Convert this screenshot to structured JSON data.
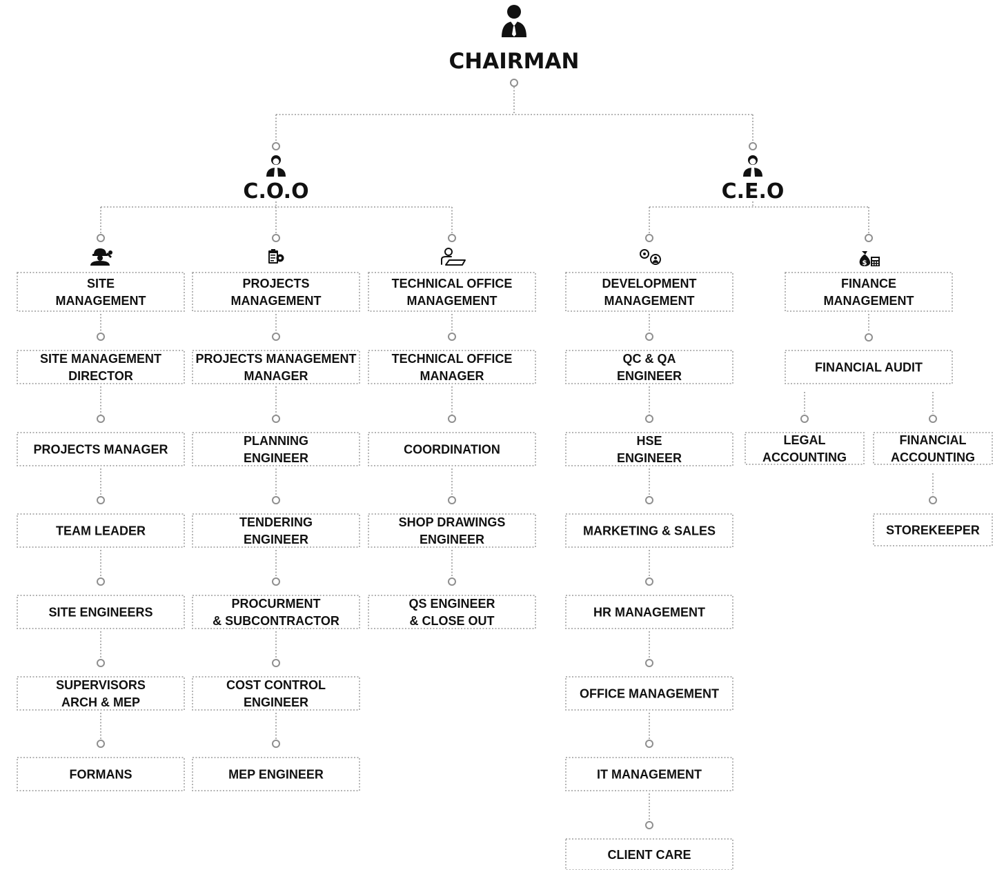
{
  "chairman": {
    "label": "CHAIRMAN",
    "icon": "businessman-icon"
  },
  "coo": {
    "label": "C.O.O",
    "icon": "executive-icon"
  },
  "ceo": {
    "label": "C.E.O",
    "icon": "executive-icon"
  },
  "columns": [
    {
      "key": "site",
      "icon": "worker-wrench-icon",
      "head": [
        "SITE",
        "MANAGEMENT"
      ],
      "items": [
        [
          "SITE MANAGEMENT",
          "DIRECTOR"
        ],
        [
          "PROJECTS MANAGER"
        ],
        [
          "TEAM LEADER"
        ],
        [
          "SITE ENGINEERS"
        ],
        [
          "SUPERVISORS",
          "ARCH & MEP"
        ],
        [
          "FORMANS"
        ]
      ]
    },
    {
      "key": "projects",
      "icon": "clipboard-gear-icon",
      "head": [
        "PROJECTS",
        "MANAGEMENT"
      ],
      "items": [
        [
          "PROJECTS MANAGEMENT",
          "MANAGER"
        ],
        [
          "PLANNING",
          "ENGINEER"
        ],
        [
          "TENDERING",
          "ENGINEER"
        ],
        [
          "PROCURMENT",
          "& SUBCONTRACTOR"
        ],
        [
          "COST CONTROL",
          "ENGINEER"
        ],
        [
          "MEP ENGINEER"
        ]
      ]
    },
    {
      "key": "technical",
      "icon": "drafter-icon",
      "head": [
        "TECHNICAL OFFICE",
        "MANAGEMENT"
      ],
      "items": [
        [
          "TECHNICAL OFFICE",
          "MANAGER"
        ],
        [
          "COORDINATION"
        ],
        [
          "SHOP DRAWINGS",
          "ENGINEER"
        ],
        [
          "QS ENGINEER",
          "& CLOSE OUT"
        ]
      ]
    },
    {
      "key": "development",
      "icon": "gears-people-icon",
      "head": [
        "DEVELOPMENT",
        "MANAGEMENT"
      ],
      "items": [
        [
          "QC & QA",
          "ENGINEER"
        ],
        [
          "HSE",
          "ENGINEER"
        ],
        [
          "MARKETING & SALES"
        ],
        [
          "HR MANAGEMENT"
        ],
        [
          "OFFICE MANAGEMENT"
        ],
        [
          "IT MANAGEMENT"
        ],
        [
          "CLIENT CARE"
        ]
      ]
    },
    {
      "key": "finance",
      "icon": "money-bag-calculator-icon",
      "head": [
        "FINANCE",
        "MANAGEMENT"
      ],
      "audit": [
        "FINANCIAL AUDIT"
      ],
      "legal": [
        "LEGAL",
        "ACCOUNTING"
      ],
      "financial": [
        "FINANCIAL",
        "ACCOUNTING"
      ],
      "storekeeper": [
        "STOREKEEPER"
      ]
    }
  ]
}
